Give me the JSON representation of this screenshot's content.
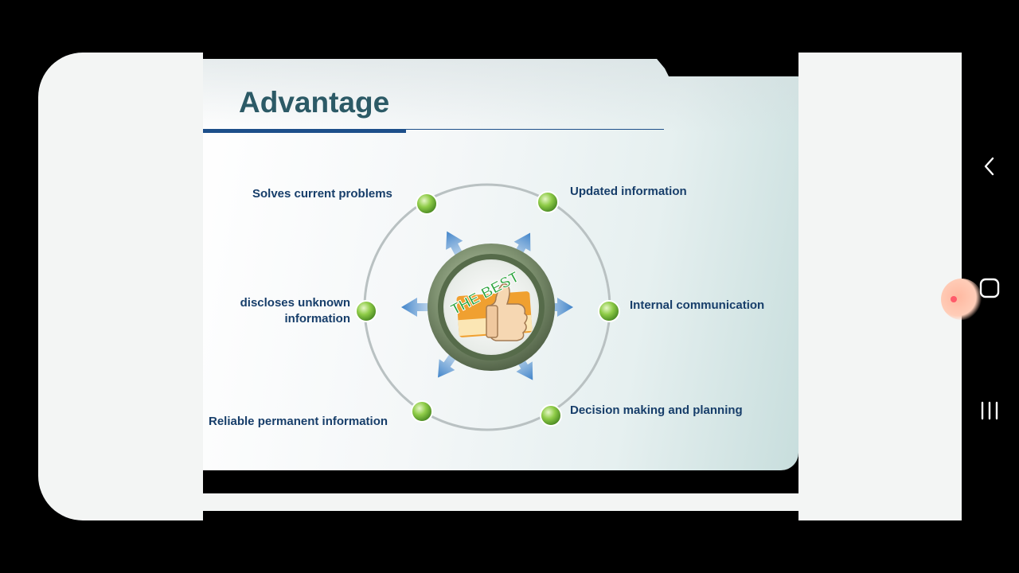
{
  "slide": {
    "title": "Advantage",
    "center_badge_text": "THE BEST",
    "items": [
      {
        "label": "Solves current problems"
      },
      {
        "label": "Updated information"
      },
      {
        "label": "discloses unknown\ninformation"
      },
      {
        "label": "Internal communication"
      },
      {
        "label": "Reliable permanent information"
      },
      {
        "label": "Decision making and planning"
      }
    ]
  },
  "nav": {
    "back_icon": "chevron-left-icon",
    "home_icon": "square-home-icon",
    "recents_icon": "three-bars-recents-icon"
  },
  "colors": {
    "title": "#2c5a66",
    "label": "#173e6a",
    "rule": "#1d4f8a",
    "node_green": "#7cbc3a",
    "arrow_blue": "#4f8fd0"
  }
}
